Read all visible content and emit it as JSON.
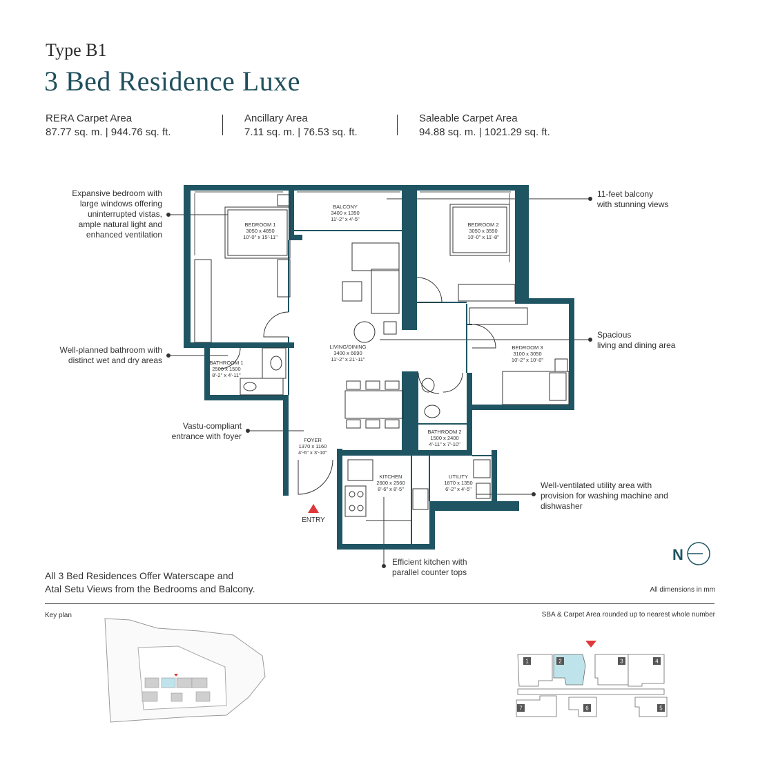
{
  "header": {
    "type_label": "Type B1",
    "title": "3 Bed Residence Luxe"
  },
  "areas": [
    {
      "label": "RERA Carpet Area",
      "value": "87.77 sq. m. | 944.76 sq. ft."
    },
    {
      "label": "Ancillary Area",
      "value": "7.11 sq. m. | 76.53 sq. ft."
    },
    {
      "label": "Saleable Carpet Area",
      "value": "94.88 sq. m. | 1021.29 sq. ft."
    }
  ],
  "callouts": {
    "bedroom": [
      "Expansive bedroom with",
      "large windows offering",
      "uninterrupted vistas,",
      "ample natural light and",
      "enhanced ventilation"
    ],
    "bathroom": [
      "Well-planned bathroom with",
      "distinct wet and dry areas"
    ],
    "entrance": [
      "Vastu-compliant",
      "entrance with foyer"
    ],
    "balcony": [
      "11-feet balcony",
      "with stunning views"
    ],
    "living": [
      "Spacious",
      "living and dining area"
    ],
    "utility": [
      "Well-ventilated utility area with",
      "provision for washing machine and",
      "dishwasher"
    ],
    "kitchen": [
      "Efficient kitchen with",
      "parallel counter tops"
    ]
  },
  "rooms": {
    "balcony": {
      "name": "BALCONY",
      "metric": "3400 x 1350",
      "imperial": "11'-2\" x 4'-5\""
    },
    "bedroom1": {
      "name": "BEDROOM 1",
      "metric": "3050 x 4850",
      "imperial": "10'-0\" x 15'-11\""
    },
    "bedroom2": {
      "name": "BEDROOM 2",
      "metric": "3050 x 3550",
      "imperial": "10'-0\" x 11'-8\""
    },
    "living": {
      "name": "LIVING/DINING",
      "metric": "3400 x 6690",
      "imperial": "11'-2\" x 21'-11\""
    },
    "bedroom3": {
      "name": "BEDROOM 3",
      "metric": "3100 x 3050",
      "imperial": "10'-2\" x 10'-0\""
    },
    "bathroom1": {
      "name": "BATHROOM 1",
      "metric": "2500 x 1500",
      "imperial": "8'-2\" x 4'-11\""
    },
    "bathroom2": {
      "name": "BATHROOM 2",
      "metric": "1500 x 2400",
      "imperial": "4'-11\" x 7'-10\""
    },
    "foyer": {
      "name": "FOYER",
      "metric": "1370 x 1160",
      "imperial": "4'-6\" x 3'-10\""
    },
    "kitchen": {
      "name": "KITCHEN",
      "metric": "2600 x 2560",
      "imperial": "8'-6\" x 8'-5\""
    },
    "utility": {
      "name": "UTILITY",
      "metric": "1870 x 1350",
      "imperial": "6'-2\" x 4'-5\""
    }
  },
  "entry_label": "ENTRY",
  "north_label": "N",
  "footnote": [
    "All 3 Bed Residences Offer Waterscape and",
    "Atal Setu Views from the Bedrooms and Balcony."
  ],
  "dimensions_note": "All dimensions in mm",
  "key_plan_label": "Key plan",
  "sba_note": "SBA & Carpet Area rounded up to nearest whole number",
  "unit_numbers": [
    "1",
    "2",
    "3",
    "4",
    "5",
    "6",
    "7"
  ],
  "colors": {
    "wall": "#1f5563",
    "title": "#1f4f5c",
    "highlight": "#bfe3ea",
    "marker": "#e0383a"
  }
}
